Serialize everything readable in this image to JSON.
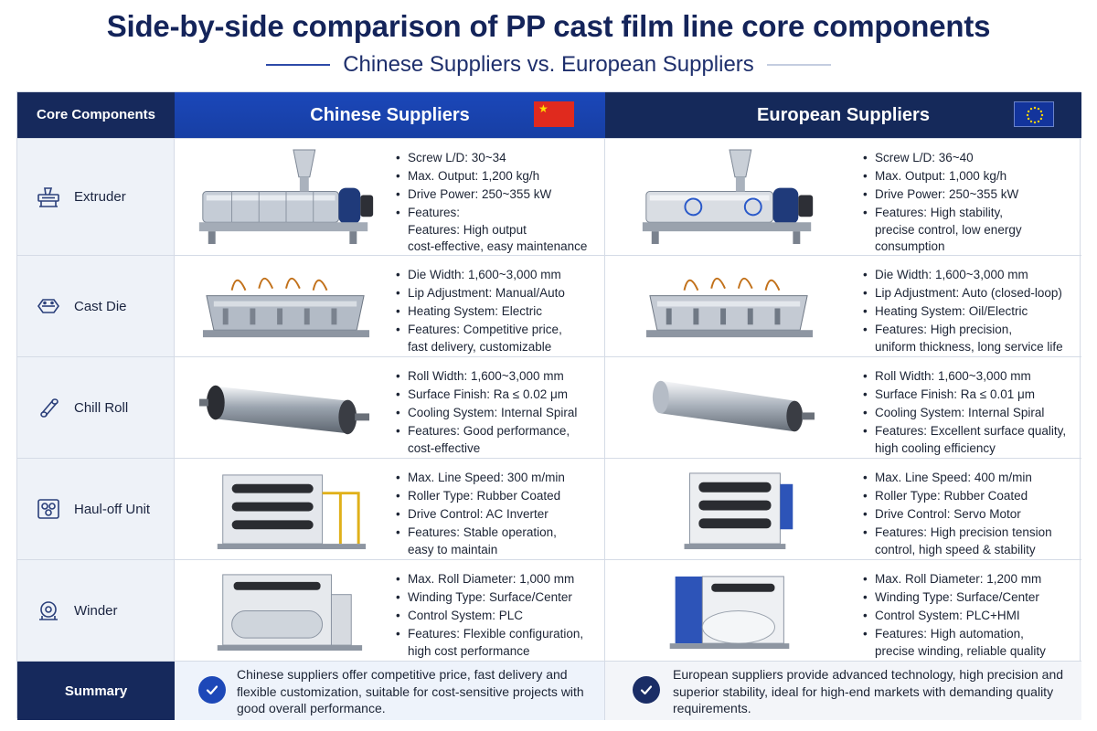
{
  "title": "Side-by-side comparison of PP cast film line core components",
  "subtitle": "Chinese Suppliers vs. European Suppliers",
  "header": {
    "core_label": "Core Components",
    "chinese_label": "Chinese Suppliers",
    "european_label": "European Suppliers"
  },
  "rows": [
    {
      "name": "Extruder",
      "icon": "extruder-icon",
      "chinese": [
        "Screw L/D: 30~34",
        "Max. Output: 1,200 kg/h",
        "Drive Power: 250~355 kW",
        "Features:",
        "Features: High output",
        "cost-effective, easy maintenance"
      ],
      "european": [
        "Screw L/D: 36~40",
        "Max. Output: 1,000 kg/h",
        "Drive Power: 250~355 kW",
        "Features: High stability,",
        "precise control, low energy",
        "consumption"
      ]
    },
    {
      "name": "Cast Die",
      "icon": "cast-die-icon",
      "chinese": [
        "Die Width: 1,600~3,000 mm",
        "Lip Adjustment: Manual/Auto",
        "Heating System: Electric",
        "Features: Competitive price,",
        "fast delivery, customizable"
      ],
      "european": [
        "Die Width: 1,600~3,000 mm",
        "Lip Adjustment: Auto (closed-loop)",
        "Heating System: Oil/Electric",
        "Features: High precision,",
        "uniform thickness, long service life"
      ]
    },
    {
      "name": "Chill Roll",
      "icon": "chill-roll-icon",
      "chinese": [
        "Roll Width: 1,600~3,000 mm",
        "Surface Finish: Ra ≤ 0.02 μm",
        "Cooling System: Internal Spiral",
        "Features: Good performance,",
        "cost-effective"
      ],
      "european": [
        "Roll Width: 1,600~3,000 mm",
        "Surface Finish: Ra ≤ 0.01 μm",
        "Cooling System: Internal Spiral",
        "Features: Excellent surface quality,",
        "high cooling efficiency"
      ]
    },
    {
      "name": "Haul-off Unit",
      "icon": "haul-off-icon",
      "chinese": [
        "Max. Line Speed: 300 m/min",
        "Roller Type: Rubber Coated",
        "Drive Control: AC Inverter",
        "Features: Stable operation,",
        "easy to maintain"
      ],
      "european": [
        "Max. Line Speed: 400 m/min",
        "Roller Type: Rubber Coated",
        "Drive Control: Servo Motor",
        "Features: High precision tension",
        "control, high speed & stability"
      ]
    },
    {
      "name": "Winder",
      "icon": "winder-icon",
      "chinese": [
        "Max. Roll Diameter: 1,000 mm",
        "Winding Type: Surface/Center",
        "Control System: PLC",
        "Features: Flexible configuration,",
        "high cost performance"
      ],
      "european": [
        "Max. Roll Diameter: 1,200 mm",
        "Winding Type: Surface/Center",
        "Control System: PLC+HMI",
        "Features: High automation,",
        "precise winding, reliable quality"
      ]
    }
  ],
  "summary": {
    "label": "Summary",
    "chinese": "Chinese suppliers offer competitive price, fast delivery and flexible customization, suitable for cost-sensitive projects with good overall performance.",
    "european": "European suppliers provide advanced technology, high precision and superior stability, ideal for high-end markets with demanding quality requirements."
  },
  "colors": {
    "navy": "#16295c",
    "blue": "#1b47b9",
    "china_red": "#e02a1e",
    "eu_blue": "#13349c"
  }
}
